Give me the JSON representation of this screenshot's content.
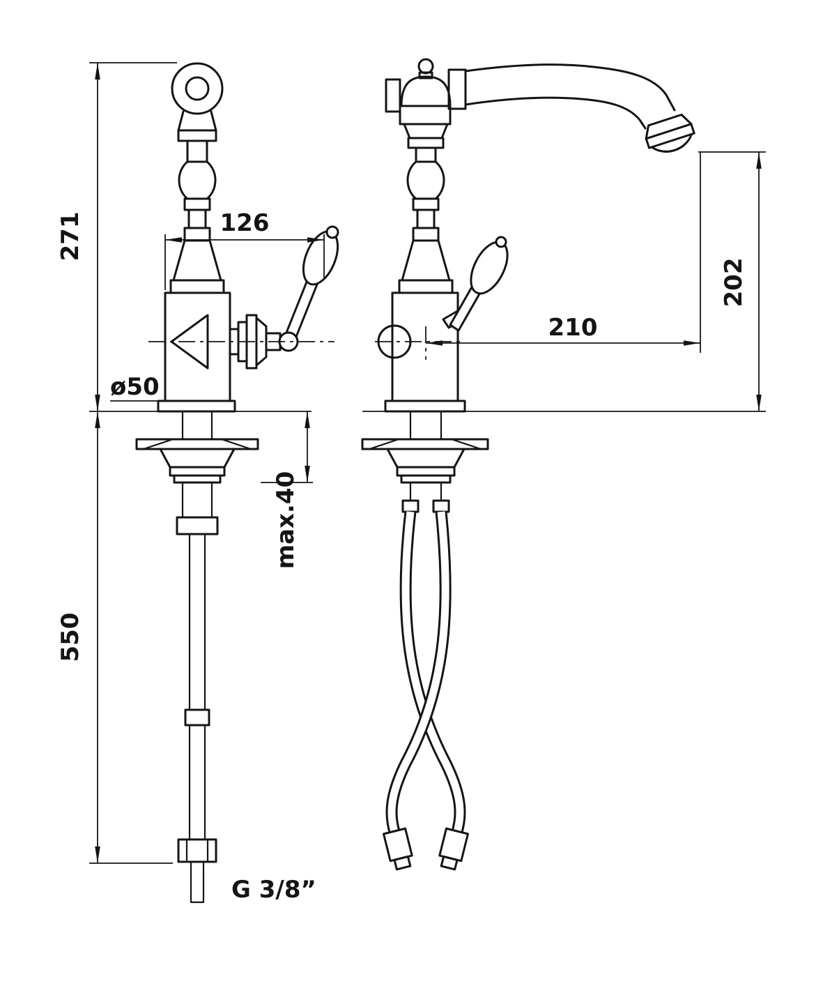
{
  "colors": {
    "line": "#141414",
    "background": "#ffffff"
  },
  "drawing": {
    "dims": {
      "height_above_deck": "271",
      "body_to_handle_width": "126",
      "base_diameter": "ø50",
      "max_deck_thickness": "max.40",
      "supply_length": "550",
      "connection_thread": "G 3/8”",
      "spout_reach": "210",
      "spout_outlet_height": "202"
    }
  }
}
